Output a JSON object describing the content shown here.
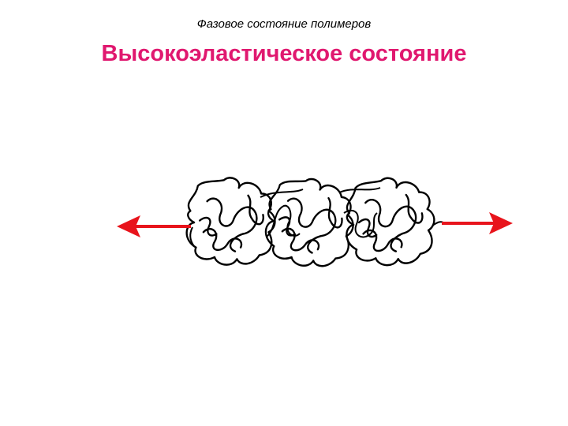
{
  "slide": {
    "subtitle": "Фазовое состояние полимеров",
    "title": "Высокоэластическое состояние"
  },
  "colors": {
    "title": "#e0186f",
    "arrow": "#e8141c",
    "chain": "#000000"
  },
  "diagram": {
    "coil_count": 3,
    "arrows": [
      "left-arrow",
      "right-arrow"
    ]
  }
}
